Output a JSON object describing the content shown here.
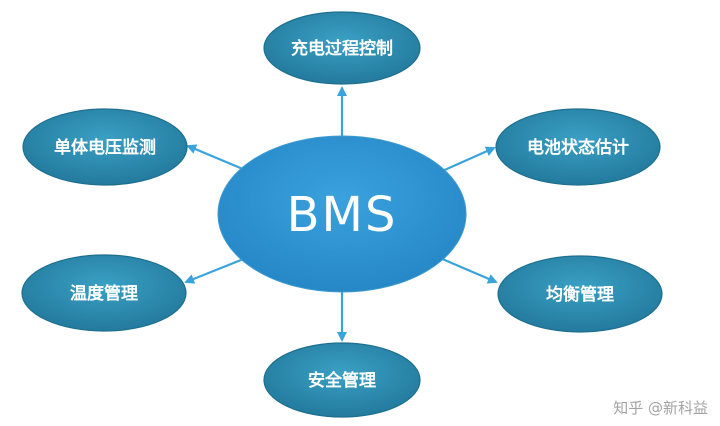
{
  "center": {
    "label": "BMS"
  },
  "nodes": [
    {
      "id": "charge-control",
      "label": "充电过程控制"
    },
    {
      "id": "cell-voltage",
      "label": "单体电压监测"
    },
    {
      "id": "soc-estimation",
      "label": "电池状态估计"
    },
    {
      "id": "temperature",
      "label": "温度管理"
    },
    {
      "id": "balancing",
      "label": "均衡管理"
    },
    {
      "id": "safety",
      "label": "安全管理"
    }
  ],
  "watermark": {
    "text": "知乎 @新科益"
  },
  "colors": {
    "center_fill": "#2d8fcf",
    "node_fill": "#2b87ab",
    "node_stroke": "#1e6f8e",
    "arrow": "#3aa3dc"
  }
}
